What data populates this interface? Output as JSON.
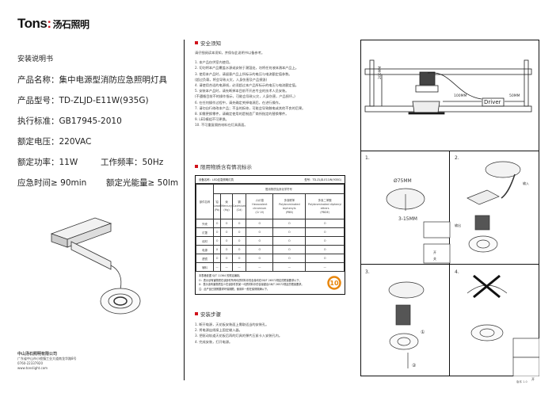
{
  "brand": {
    "name": "Tons",
    "colon": ":",
    "cn": "汤石照明"
  },
  "product": {
    "doc_title": "安装说明书",
    "name": "产品名称：集中电源型消防应急照明灯具",
    "model": "产品型号：TD-ZLJD-E11W(935G)",
    "standard": "执行标准：GB17945-2010",
    "voltage": "额定电压：220VAC",
    "power": "额定功率：11W",
    "frequency": "工作频率：50Hz",
    "emergency_time": "应急时间≥ 90min",
    "luminous": "额定光能量≥ 50lm"
  },
  "company": {
    "name": "中山汤石照明有限公司",
    "address": "广东省中山市小榄镇工业大道南龙华路8号",
    "phone": "0760-22337920",
    "web": "www.tonslight.com"
  },
  "safety": {
    "heading": "安全须知",
    "intro": "请仔细阅读本须知，并保存此说明书以备参考。",
    "items": [
      "1. 本产品仅供室内使用。",
      "2. 切勿将本产品覆盖水源或安装于潮湿处，勿将任何液体溅本产品上。",
      "3. 使用本产品时，请留意产品上所标示的电压与电流额定值参数。",
      "   (超过负载，将会导致火灾，人身伤害及产品损毁)",
      "4. 请使用合适的电源线，必须超过本产品所标示的电压与电流额定值。",
      "5. 安装本产品时，请先断掉本目前不开启专业的技术人员安装。",
      "   (不遵循目前不的操作指示，可能会导致火灾，人身伤害，产品损坏。)",
      "6. 在任何操作过程中，请先确定关掉电源后，在进行操作。",
      "7. 请勿自行修改本产品；不当的拆修，可能会导致触电或其他不良的后果。",
      "8. 如需更换零件，请确定使用的是制造厂商所指定的替换零件。",
      "9. LED模组不可更换。",
      "10. 不可重复隔热材料在灯具表面。"
    ]
  },
  "hazard": {
    "heading": "限用物质含有情况标示",
    "product_label": "设备名称：LED应急照明灯具",
    "model_label": "型号：TD-ZLJD-E11W(935G)",
    "part_header": "部件名称",
    "group_header": "限用物质及其化学符号",
    "columns": [
      [
        "铅",
        "Lead",
        "(Pb)"
      ],
      [
        "汞",
        "Mercury",
        "(Hg)"
      ],
      [
        "镉",
        "Cadmium",
        "(Cd)"
      ],
      [
        "六价铬",
        "Hexavalent chromium",
        "(Cr VI)"
      ],
      [
        "多溴联苯",
        "Polybrominated biphenyls",
        "(PBB)"
      ],
      [
        "多溴二苯醚",
        "Polybrominated diphenyl ethers",
        "(PBDE)"
      ]
    ],
    "rows": [
      {
        "part": "外壳",
        "values": [
          "O",
          "O",
          "O",
          "O",
          "O",
          "O"
        ]
      },
      {
        "part": "灯罩",
        "values": [
          "O",
          "O",
          "O",
          "O",
          "O",
          "O"
        ]
      },
      {
        "part": "线材",
        "values": [
          "O",
          "O",
          "O",
          "O",
          "O",
          "O"
        ]
      },
      {
        "part": "电源",
        "values": [
          "X",
          "O",
          "O",
          "O",
          "O",
          "O"
        ]
      },
      {
        "part": "透镜",
        "values": [
          "O",
          "O",
          "O",
          "O",
          "O",
          "O"
        ]
      },
      {
        "part": "辅料",
        "values": [
          "—",
          "—",
          "—",
          "—",
          "—",
          "—"
        ]
      }
    ],
    "notes": [
      "本表格依据 SJ/T 11364 的规定编制。",
      "O：表示该有害物质在该部件所有均质材料中的含量均在GB/T 26572规定的限量要求以下。",
      "X：表示该有害物质至少在该部件的某一均质材料中的含量超出GB/T 26572规定的限量要求。",
      "注：此产品已按照要求环保期限，使用年一般在保修期满以下。"
    ],
    "epup_years": "10"
  },
  "install": {
    "heading": "安装步骤",
    "steps": [
      "1. 断开电源，天花板安装面上需取适当的安装孔。",
      "2. 将电源出线接上固定输入器。",
      "3. 把驱动轨道天花板后再的灯具的弹片压紧卡入安装孔内。",
      "4. 完成安装，打开电源。"
    ]
  },
  "diagram": {
    "height": "200MM",
    "dist1": "100MM",
    "dist2": "50MM",
    "driver": "Driver",
    "hole": "Ø75MM",
    "thickness": "3-15MM",
    "input": "输入",
    "output": "输出",
    "on": "开",
    "off": "关",
    "steps": [
      "1.",
      "2.",
      "3.",
      "4."
    ],
    "circle1": "①",
    "circle2": "②"
  },
  "page": {
    "version": "版本 1.0"
  }
}
